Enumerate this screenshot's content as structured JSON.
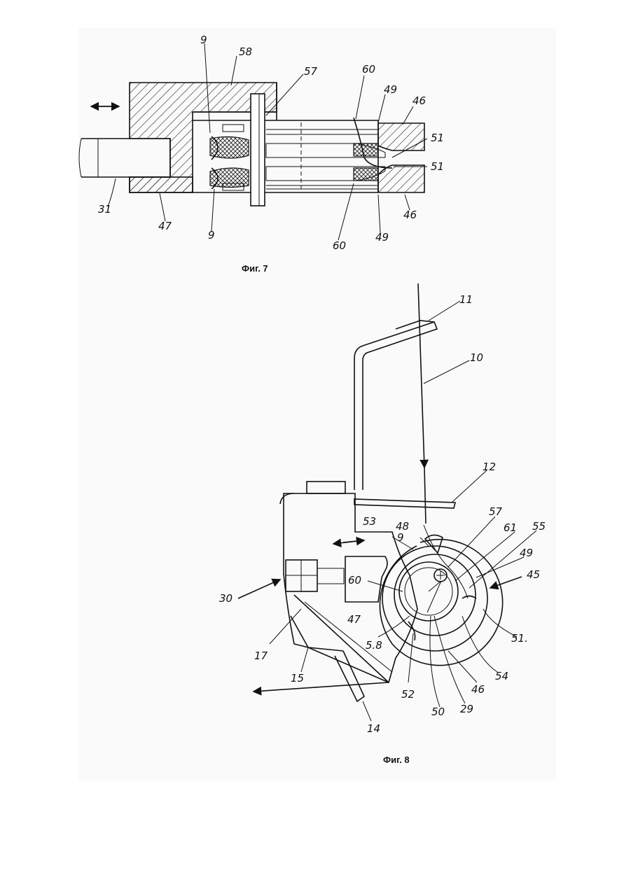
{
  "figure7": {
    "caption": "Фиг. 7",
    "labels": {
      "l9a": "9",
      "l58": "58",
      "l57": "57",
      "l60a": "60",
      "l49a": "49",
      "l46a": "46",
      "l51a": "51",
      "l51b": "51",
      "l31": "31",
      "l47": "47",
      "l9b": "9",
      "l60b": "60",
      "l49b": "49",
      "l46b": "46"
    }
  },
  "figure8": {
    "caption": "Фиг. 8",
    "labels": {
      "l11": "11",
      "l10": "10",
      "l12": "12",
      "l57": "57",
      "l61": "61",
      "l55": "55",
      "l48": "48",
      "l53": "53",
      "l9": "9",
      "l49": "49",
      "l45": "45",
      "l30": "30",
      "l60": "60",
      "l47": "47",
      "l58": "5.8",
      "l51": "51.",
      "l17": "17",
      "l52": "52",
      "l50": "50",
      "l29": "29",
      "l46": "46",
      "l54": "54",
      "l15": "15",
      "l14": "14"
    }
  }
}
